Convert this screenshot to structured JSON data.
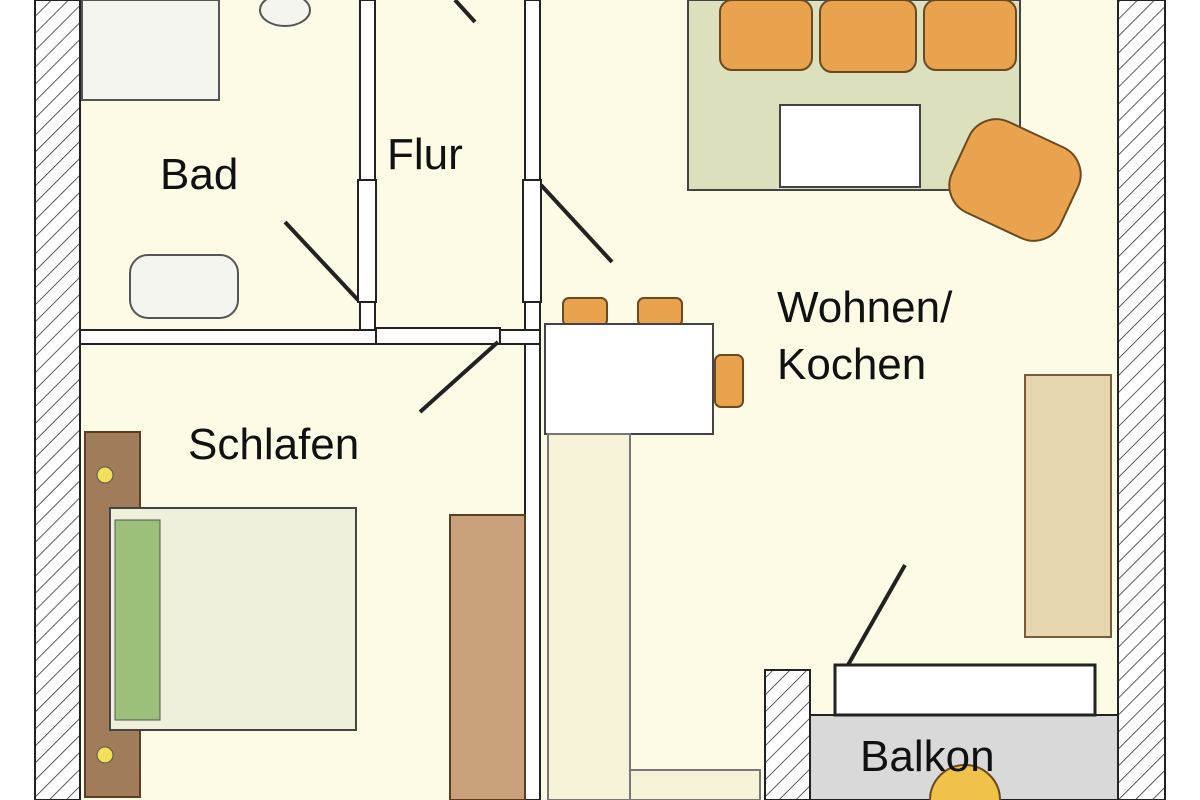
{
  "rooms": {
    "bad": "Bad",
    "flur": "Flur",
    "wohnen_line1": "Wohnen/",
    "wohnen_line2": "Kochen",
    "schlafen": "Schlafen",
    "balkon": "Balkon"
  },
  "colors": {
    "floor": "#fdfbe6",
    "wall": "#ffffff",
    "hatch": "#333333",
    "rug": "#dde0bc",
    "sofa": "#e9a24e",
    "wood": "#a07c5a",
    "balcony": "#d9d9d9"
  }
}
